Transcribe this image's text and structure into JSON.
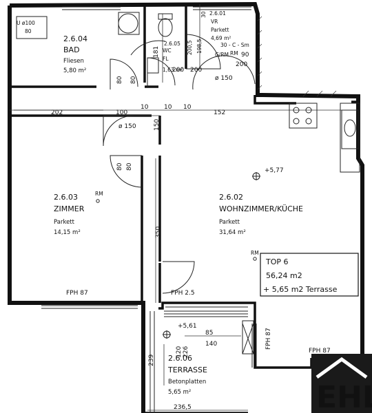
{
  "rooms": {
    "bad": {
      "number": "2.6.04",
      "name": "BAD",
      "floor": "Fliesen",
      "area": "5,80 m²"
    },
    "wc": {
      "number": "2.6.05",
      "name": "WC",
      "floor": "FL",
      "area": "1,63 m²"
    },
    "vr": {
      "number": "2.6.01",
      "name": "VR",
      "floor": "Parkett",
      "area": "4,69 m²"
    },
    "zimmer": {
      "number": "2.6.03",
      "name": "ZIMMER",
      "floor": "Parkett",
      "area": "14,15 m²"
    },
    "wohnen": {
      "number": "2.6.02",
      "name": "WOHNZIMMER/KÜCHE",
      "floor": "Parkett",
      "area": "31,64 m²"
    },
    "terrasse": {
      "number": "2.6.06",
      "name": "TERRASSE",
      "floor": "Betonplatten",
      "area": "5,65 m²"
    }
  },
  "summary": {
    "line1": "TOP 6",
    "line2": "56,24 m2",
    "line3": "+ 5,65 m2 Terrasse"
  },
  "dimensions": {
    "d202": "202",
    "d100": "100",
    "d10a": "10",
    "d10b": "10",
    "d10c": "10",
    "d152": "152",
    "d150a": "ø 150",
    "d150b": "ø 150",
    "d150c": "150",
    "d80a": "80",
    "d80b": "80",
    "d80c": "80",
    "d80d": "80",
    "d181": "181",
    "d200a": "200",
    "d200b": "200",
    "d200c": "200",
    "d90": "90",
    "d350": "350",
    "d120": "120",
    "d226": "226",
    "d85": "85",
    "d140": "140",
    "d239": "239",
    "d2365": "236,5",
    "d1985": "198,5",
    "d30": "30",
    "d2005": "200,5",
    "dfl80": "80",
    "dfl100": "U ø100"
  },
  "labels": {
    "fph87a": "FPH 87",
    "fph87b": "FPH 87",
    "fph87c": "FPH 87",
    "fph25": "FPH 2.5",
    "rm1": "RM",
    "rm2": "RM",
    "rm3": "RM",
    "grm": "G/RM",
    "cm": "30 - C - Sm",
    "elev1": "+5,77",
    "elev2": "+5,61"
  },
  "logo": {
    "text": "EHL"
  },
  "icons": [
    "marker-icon",
    "marker-icon",
    "toilet-icon",
    "sink-icon",
    "stove-icon",
    "fridge-icon"
  ]
}
